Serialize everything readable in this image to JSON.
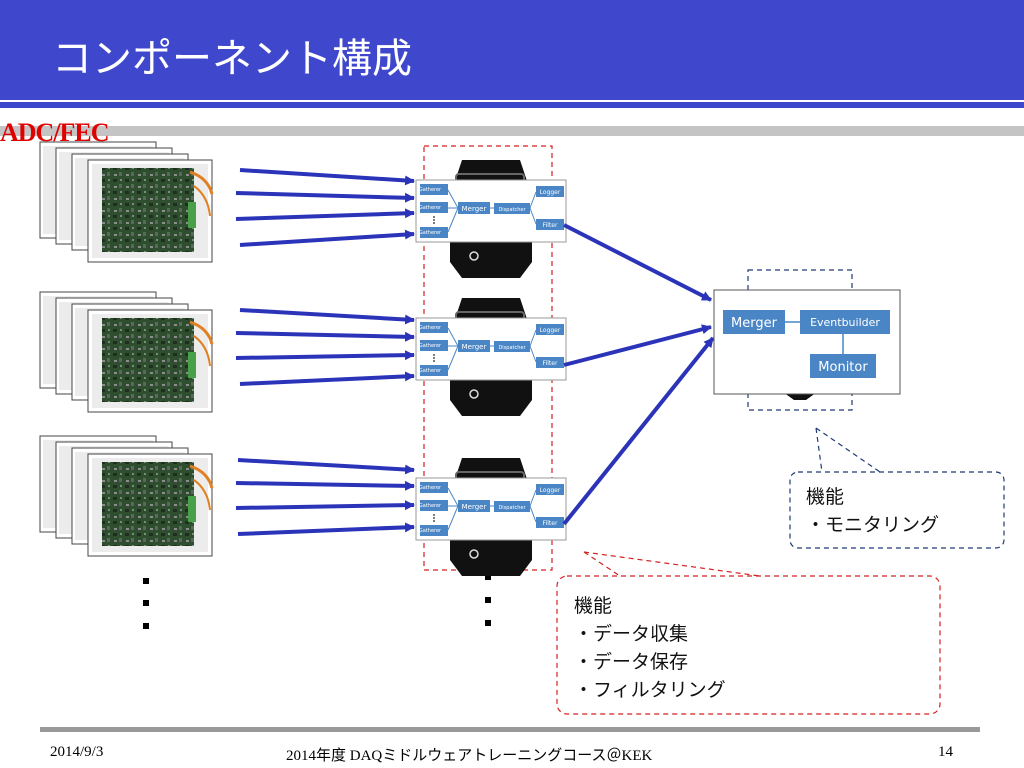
{
  "slide": {
    "title": "コンポーネント構成",
    "source_label": "ADC/FEC"
  },
  "daq_node": {
    "gatherer_label": "Gatherer",
    "merger_label": "Merger",
    "dispatcher_label": "Dispatcher",
    "logger_label": "Logger",
    "filter_label": "Filter"
  },
  "event_node": {
    "merger_label": "Merger",
    "eventbuilder_label": "Eventbuilder",
    "monitor_label": "Monitor"
  },
  "callout_monitor": {
    "heading": "機能",
    "items": [
      "・モニタリング"
    ]
  },
  "callout_daq": {
    "heading": "機能",
    "items": [
      "・データ収集",
      "・データ保存",
      "・フィルタリング"
    ]
  },
  "footer": {
    "date": "2014/9/3",
    "course": "2014年度 DAQミドルウェアトレーニングコース＠KEK",
    "page_number": "14"
  },
  "colors": {
    "header": "#3f48cc",
    "arrow": "#2b34b8",
    "box_fill": "#4a86c5",
    "red_dash": "#d42020",
    "navy_dash": "#1f3a78"
  }
}
